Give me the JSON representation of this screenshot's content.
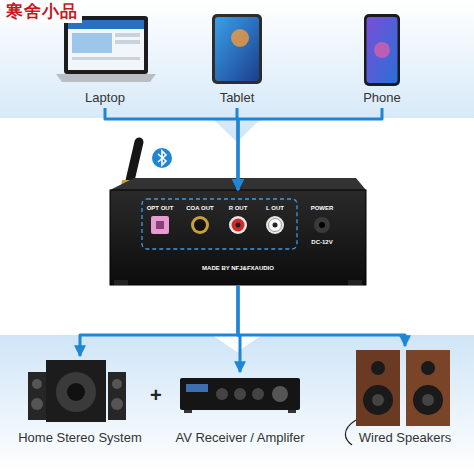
{
  "diagram": {
    "nodes": [
      {
        "text": [
          "Laptop"
        ]
      },
      {
        "text": [
          "Tablet"
        ]
      },
      {
        "text": [
          "Phone"
        ]
      },
      {
        "text": [
          "OPT OUT",
          "COA OUT",
          "R OUT",
          "L OUT",
          "POWER",
          "DC-12V",
          "MADE BY NFJ&FXAUDIO"
        ]
      },
      {
        "text": [
          "Home Stereo System"
        ]
      },
      {
        "text": [
          "AV Receiver / Amplifer"
        ]
      },
      {
        "text": [
          "Wired Speakers"
        ]
      }
    ],
    "edges": [
      {
        "from": 0,
        "to": 3,
        "arrow": "to"
      },
      {
        "from": 1,
        "to": 3,
        "arrow": "to"
      },
      {
        "from": 2,
        "to": 3,
        "arrow": "to"
      },
      {
        "from": 3,
        "to": 4,
        "arrow": "to"
      },
      {
        "from": 3,
        "to": 5,
        "arrow": "to"
      },
      {
        "from": 3,
        "to": 6,
        "arrow": "to"
      }
    ],
    "labels": [
      "寒舍小品",
      "+"
    ]
  }
}
